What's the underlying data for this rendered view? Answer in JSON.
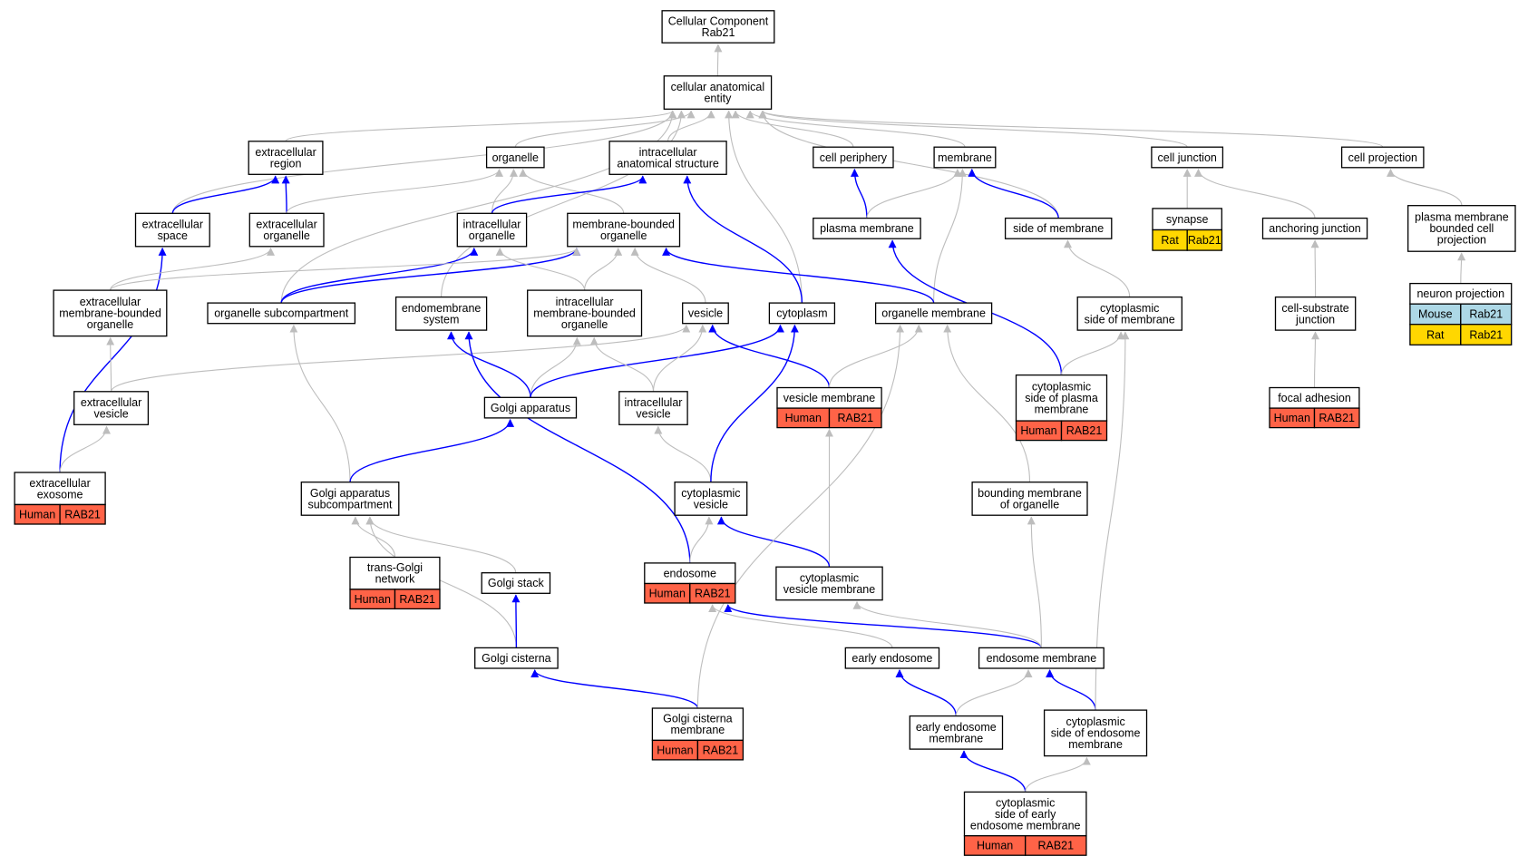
{
  "colors": {
    "edge_gray": "#bdbdbd",
    "edge_blue": "#0000ff",
    "human": "#ff6347",
    "mouse": "#add8e6",
    "rat": "#ffd700"
  },
  "nodes": {
    "root": [
      "Cellular Component",
      "Rab21"
    ],
    "cae": [
      "cellular anatomical",
      "entity"
    ],
    "ecr": [
      "extracellular",
      "region"
    ],
    "org": [
      "organelle"
    ],
    "ias": [
      "intracellular",
      "anatomical structure"
    ],
    "cper": [
      "cell periphery"
    ],
    "mem": [
      "membrane"
    ],
    "cj": [
      "cell junction"
    ],
    "cproj": [
      "cell projection"
    ],
    "ecs": [
      "extracellular",
      "space"
    ],
    "eco": [
      "extracellular",
      "organelle"
    ],
    "io": [
      "intracellular",
      "organelle"
    ],
    "mbo": [
      "membrane-bounded",
      "organelle"
    ],
    "pm": [
      "plasma membrane"
    ],
    "som": [
      "side of membrane"
    ],
    "syn": [
      "synapse"
    ],
    "aj": [
      "anchoring junction"
    ],
    "pmbcp": [
      "plasma membrane",
      "bounded cell",
      "projection"
    ],
    "ecmbo": [
      "extracellular",
      "membrane-bounded",
      "organelle"
    ],
    "osc": [
      "organelle subcompartment"
    ],
    "ems": [
      "endomembrane",
      "system"
    ],
    "imbo": [
      "intracellular",
      "membrane-bounded",
      "organelle"
    ],
    "ves": [
      "vesicle"
    ],
    "cyt": [
      "cytoplasm"
    ],
    "om": [
      "organelle membrane"
    ],
    "csm": [
      "cytoplasmic",
      "side of membrane"
    ],
    "csj": [
      "cell-substrate",
      "junction"
    ],
    "np": [
      "neuron projection"
    ],
    "ecv": [
      "extracellular",
      "vesicle"
    ],
    "ga": [
      "Golgi apparatus"
    ],
    "iv": [
      "intracellular",
      "vesicle"
    ],
    "vm": [
      "vesicle membrane"
    ],
    "cspm": [
      "cytoplasmic",
      "side of plasma",
      "membrane"
    ],
    "fa": [
      "focal adhesion"
    ],
    "exo": [
      "extracellular",
      "exosome"
    ],
    "gas": [
      "Golgi apparatus",
      "subcompartment"
    ],
    "cv": [
      "cytoplasmic",
      "vesicle"
    ],
    "bmo": [
      "bounding membrane",
      "of organelle"
    ],
    "tgn": [
      "trans-Golgi",
      "network"
    ],
    "gst": [
      "Golgi stack"
    ],
    "endo": [
      "endosome"
    ],
    "cvm": [
      "cytoplasmic",
      "vesicle membrane"
    ],
    "gc": [
      "Golgi cisterna"
    ],
    "ee": [
      "early endosome"
    ],
    "endm": [
      "endosome membrane"
    ],
    "gcm": [
      "Golgi cisterna",
      "membrane"
    ],
    "eem": [
      "early endosome",
      "membrane"
    ],
    "csem": [
      "cytoplasmic",
      "side of endosome",
      "membrane"
    ],
    "cseem": [
      "cytoplasmic",
      "side of early",
      "endosome membrane"
    ]
  },
  "annotations": {
    "syn": [
      [
        "Rat",
        "Rab21"
      ]
    ],
    "np": [
      [
        "Mouse",
        "Rab21"
      ],
      [
        "Rat",
        "Rab21"
      ]
    ],
    "vm": [
      [
        "Human",
        "RAB21"
      ]
    ],
    "cspm": [
      [
        "Human",
        "RAB21"
      ]
    ],
    "fa": [
      [
        "Human",
        "RAB21"
      ]
    ],
    "exo": [
      [
        "Human",
        "RAB21"
      ]
    ],
    "tgn": [
      [
        "Human",
        "RAB21"
      ]
    ],
    "endo": [
      [
        "Human",
        "RAB21"
      ]
    ],
    "gcm": [
      [
        "Human",
        "RAB21"
      ]
    ],
    "cseem": [
      [
        "Human",
        "RAB21"
      ]
    ]
  },
  "edges": [
    [
      "cae",
      "root",
      "gray"
    ],
    [
      "ecr",
      "cae",
      "gray"
    ],
    [
      "org",
      "cae",
      "gray"
    ],
    [
      "ias",
      "cae",
      "gray"
    ],
    [
      "cper",
      "cae",
      "gray"
    ],
    [
      "mem",
      "cae",
      "gray"
    ],
    [
      "cj",
      "cae",
      "gray"
    ],
    [
      "cproj",
      "cae",
      "gray"
    ],
    [
      "ecs",
      "cae",
      "gray"
    ],
    [
      "osc",
      "cae",
      "gray"
    ],
    [
      "ems",
      "cae",
      "gray"
    ],
    [
      "cyt",
      "cae",
      "gray"
    ],
    [
      "som",
      "cae",
      "gray"
    ],
    [
      "ecs",
      "ecr",
      "blue"
    ],
    [
      "eco",
      "ecr",
      "blue"
    ],
    [
      "eco",
      "org",
      "gray"
    ],
    [
      "io",
      "org",
      "gray"
    ],
    [
      "mbo",
      "org",
      "gray"
    ],
    [
      "io",
      "ias",
      "blue"
    ],
    [
      "cyt",
      "ias",
      "blue"
    ],
    [
      "pm",
      "cper",
      "blue"
    ],
    [
      "pm",
      "mem",
      "gray"
    ],
    [
      "som",
      "mem",
      "blue"
    ],
    [
      "om",
      "mem",
      "gray"
    ],
    [
      "syn",
      "cj",
      "gray"
    ],
    [
      "aj",
      "cj",
      "gray"
    ],
    [
      "pmbcp",
      "cproj",
      "gray"
    ],
    [
      "exo",
      "ecs",
      "blue"
    ],
    [
      "ecmbo",
      "eco",
      "gray"
    ],
    [
      "osc",
      "io",
      "blue"
    ],
    [
      "osc",
      "mbo",
      "blue"
    ],
    [
      "ecmbo",
      "mbo",
      "gray"
    ],
    [
      "imbo",
      "io",
      "gray"
    ],
    [
      "imbo",
      "mbo",
      "gray"
    ],
    [
      "ves",
      "mbo",
      "gray"
    ],
    [
      "om",
      "mbo",
      "blue"
    ],
    [
      "cspm",
      "pm",
      "blue"
    ],
    [
      "csm",
      "som",
      "gray"
    ],
    [
      "csj",
      "aj",
      "gray"
    ],
    [
      "np",
      "pmbcp",
      "gray"
    ],
    [
      "ecv",
      "ecmbo",
      "gray"
    ],
    [
      "ecv",
      "ves",
      "gray"
    ],
    [
      "ga",
      "ems",
      "blue"
    ],
    [
      "ga",
      "imbo",
      "gray"
    ],
    [
      "ga",
      "cyt",
      "blue"
    ],
    [
      "iv",
      "imbo",
      "gray"
    ],
    [
      "iv",
      "ves",
      "gray"
    ],
    [
      "vm",
      "ves",
      "blue"
    ],
    [
      "vm",
      "om",
      "gray"
    ],
    [
      "cspm",
      "csm",
      "gray"
    ],
    [
      "fa",
      "csj",
      "gray"
    ],
    [
      "exo",
      "ecv",
      "gray"
    ],
    [
      "gas",
      "osc",
      "gray"
    ],
    [
      "gas",
      "ga",
      "blue"
    ],
    [
      "cv",
      "iv",
      "gray"
    ],
    [
      "cv",
      "cyt",
      "blue"
    ],
    [
      "bmo",
      "om",
      "gray"
    ],
    [
      "tgn",
      "gas",
      "gray"
    ],
    [
      "gst",
      "gas",
      "gray"
    ],
    [
      "gc",
      "gas",
      "gray"
    ],
    [
      "endo",
      "ems",
      "blue"
    ],
    [
      "endo",
      "cv",
      "gray"
    ],
    [
      "cvm",
      "vm",
      "gray"
    ],
    [
      "cvm",
      "cv",
      "blue"
    ],
    [
      "gc",
      "gst",
      "blue"
    ],
    [
      "ee",
      "endo",
      "gray"
    ],
    [
      "endm",
      "endo",
      "blue"
    ],
    [
      "endm",
      "cvm",
      "gray"
    ],
    [
      "endm",
      "bmo",
      "gray"
    ],
    [
      "gcm",
      "gc",
      "blue"
    ],
    [
      "gcm",
      "om",
      "gray"
    ],
    [
      "eem",
      "ee",
      "blue"
    ],
    [
      "eem",
      "endm",
      "gray"
    ],
    [
      "csem",
      "endm",
      "blue"
    ],
    [
      "csem",
      "csm",
      "gray"
    ],
    [
      "cseem",
      "eem",
      "blue"
    ],
    [
      "cseem",
      "csem",
      "gray"
    ]
  ]
}
